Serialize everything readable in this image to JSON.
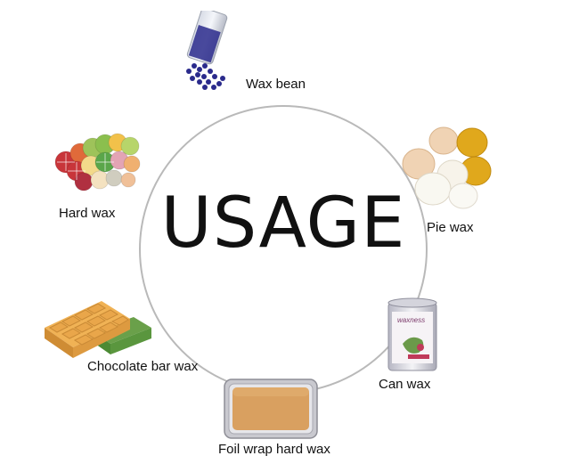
{
  "center": {
    "title": "USAGE"
  },
  "items": [
    {
      "label": "Wax bean",
      "image": "wax-bean-image"
    },
    {
      "label": "Pie wax",
      "image": "pie-wax-image"
    },
    {
      "label": "Can wax",
      "image": "can-wax-image"
    },
    {
      "label": "Foil wrap hard wax",
      "image": "foil-wrap-hard-wax-image"
    },
    {
      "label": "Chocolate bar wax",
      "image": "chocolate-bar-wax-image"
    },
    {
      "label": "Hard wax",
      "image": "hard-wax-image"
    }
  ],
  "can_product": {
    "brand": "waxness"
  },
  "colors": {
    "bean": "#2a2a8c",
    "pie_light": "#f0d3b4",
    "pie_gold": "#e0a81c",
    "chocolate": "#e9a64a",
    "chocolate_green": "#6aa04a",
    "foil_wax": "#d9a060",
    "circle_border": "#b9b9b9"
  }
}
